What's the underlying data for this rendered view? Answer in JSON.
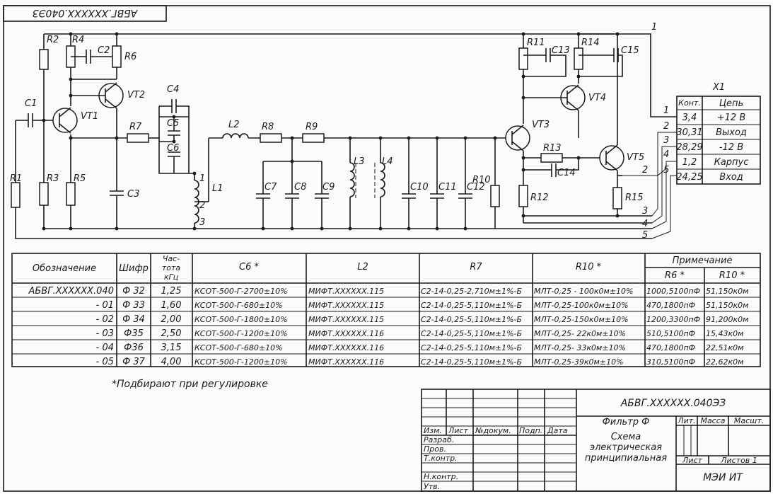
{
  "doc_code_rotated": "АБВГ.XXXXXX.040ЭЗ",
  "schematic": {
    "labels": {
      "R1": "R1",
      "R2": "R2",
      "R3": "R3",
      "R4": "R4",
      "R5": "R5",
      "R6": "R6",
      "R7": "R7",
      "R8": "R8",
      "R9": "R9",
      "R10": "R10",
      "R11": "R11",
      "R12": "R12",
      "R13": "R13",
      "R14": "R14",
      "R15": "R15",
      "C1": "C1",
      "C2": "C2",
      "C3": "C3",
      "C4": "C4",
      "C5": "C5",
      "C6": "C6",
      "C7": "C7",
      "C8": "C8",
      "C9": "C9",
      "C10": "C10",
      "C11": "C11",
      "C12": "C12",
      "C13": "C13",
      "C14": "C14",
      "C15": "C15",
      "L1": "L1",
      "L2": "L2",
      "L3": "L3",
      "L4": "L4",
      "VT1": "VT1",
      "VT2": "VT2",
      "VT3": "VT3",
      "VT4": "VT4",
      "VT5": "VT5",
      "L1p1": "1",
      "L1p2": "2",
      "L1p3": "3",
      "n1a": "1",
      "n1b": "1",
      "n2a": "2",
      "n2b": "2",
      "n3a": "3",
      "n3b": "3",
      "n4a": "4",
      "n4b": "4",
      "n5a": "5",
      "n5b": "5"
    },
    "x1": {
      "title": "X1",
      "headers": [
        "Конт.",
        "Цепь"
      ],
      "rows": [
        [
          "3,4",
          "+12 В"
        ],
        [
          "30,31",
          "Выход"
        ],
        [
          "28,29",
          "-12 В"
        ],
        [
          "1,2",
          "Карпус"
        ],
        [
          "24,25",
          "Вход"
        ]
      ]
    }
  },
  "variants": {
    "headers": {
      "designation": "Обозначение",
      "code": "Шифр",
      "freq": [
        "Час-",
        "тота",
        "кГц"
      ],
      "c6": "С6 *",
      "l2": "L2",
      "r7": "R7",
      "r10": "R10 *",
      "note": "Примечание",
      "note_r6": "R6 *",
      "note_r10": "R10 *"
    },
    "rows": [
      [
        "АБВГ.XXXXXX.040",
        "Ф 32",
        "1,25",
        "КСОТ-500-Г-2700±10%",
        "МИФТ.XXXXXX.115",
        "С2-14-0,25-2,710м±1%-Б",
        "МЛТ-0,25 - 100к0м±10%",
        "1000,5100пФ",
        "51,150к0м"
      ],
      [
        "- 01",
        "Ф 33",
        "1,60",
        "КСОТ-500-Г-680±10%",
        "МИФТ.XXXXXX.115",
        "С2-14-0,25-5,110м±1%-Б",
        "МЛТ-0,25-100к0м±10%",
        "470,1800пФ",
        "51,150к0м"
      ],
      [
        "- 02",
        "Ф 34",
        "2,00",
        "КСОТ-500-Г-1800±10%",
        "МИФТ.XXXXXX.115",
        "С2-14-0,25-5,110м±1%-Б",
        "МЛТ-0,25-150к0м±10%",
        "1200,3300пФ",
        "91,200к0м"
      ],
      [
        "- 03",
        "Ф35",
        "2,50",
        "КСОТ-500-Г-1200±10%",
        "МИФТ.XXXXXX.116",
        "С2-14-0,25-5,110м±1%-Б",
        "МЛТ-0,25- 22к0м±10%",
        "510,5100пФ",
        "15,43к0м"
      ],
      [
        "- 04",
        "Ф36",
        "3,15",
        "КСОТ-500-Г-680±10%",
        "МИФТ.XXXXXX.116",
        "С2-14-0,25-5,110м±1%-Б",
        "МЛТ-0,25- 33к0м±10%",
        "470,1800пФ",
        "22,51к0м"
      ],
      [
        "- 05",
        "Ф 37",
        "4,00",
        "КСОТ-500-Г-1200±10%",
        "МИФТ.XXXXXX.116",
        "С2-14-0,25-5,110м±1%-Б",
        "МЛТ-0,25-39к0м±10%",
        "310,5100пФ",
        "22,62к0м"
      ]
    ]
  },
  "footnote": "*Подбирают при регулировке",
  "title_block": {
    "doc_code": "АБВГ.XXXXXX.040ЭЗ",
    "col_labels": [
      "Изм.",
      "Лист",
      "№докум.",
      "Подп.",
      "Дата"
    ],
    "row_labels": [
      "Разраб.",
      "Пров.",
      "Т.контр.",
      "Н.контр.",
      "Утв."
    ],
    "name_lines": [
      "Фильтр Ф",
      "Схема",
      "электрическая",
      "принципиальная"
    ],
    "lit": "Лит.",
    "mass": "Масса",
    "scale": "Масшт.",
    "sheet": "Лист",
    "sheets": "Листов 1",
    "org": "МЭИ ИТ"
  }
}
